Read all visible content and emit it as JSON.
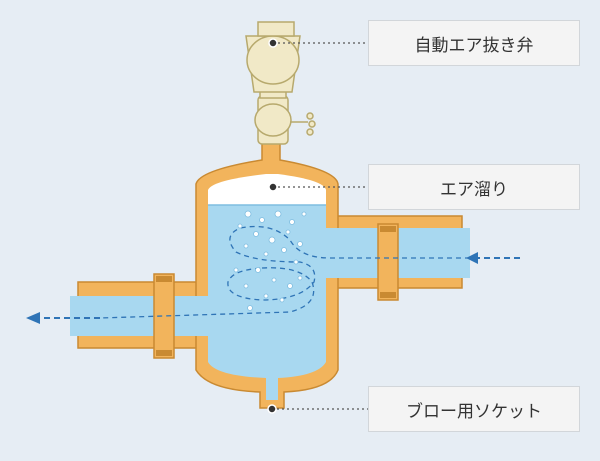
{
  "labels": {
    "air_vent_valve": "自動エア抜き弁",
    "air_pocket": "エア溜り",
    "blow_socket": "ブロー用ソケット"
  },
  "colors": {
    "background": "#e6edf4",
    "pipe_wall": "#f2b45c",
    "pipe_wall_outline": "#c98a32",
    "water": "#a8d8f0",
    "flow_arrow": "#2f74b6",
    "valve_body": "#f1e9c7",
    "valve_outline": "#b7a96d",
    "label_box": "#f4f4f4",
    "leader_line": "#555555"
  },
  "icons": {
    "flow_arrow": "dashed-flow-arrow-icon",
    "leader_dot": "leader-dot-icon"
  }
}
